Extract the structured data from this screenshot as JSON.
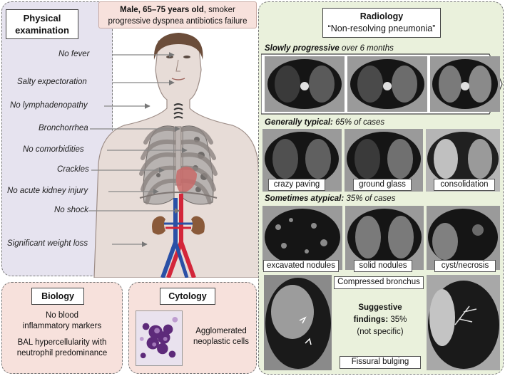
{
  "physical_exam": {
    "title_line1": "Physical",
    "title_line2": "examination",
    "signs": [
      "No fever",
      "Salty expectoration",
      "No lymphadenopathy",
      "Bronchorrhea",
      "No comorbidities",
      "Crackles",
      "No acute kidney injury",
      "No shock",
      "Significant weight loss"
    ]
  },
  "patient": {
    "line1_bold": "Male, 65–75 years old",
    "line1_rest": ", smoker",
    "line2": "progressive dyspnea antibiotics failure"
  },
  "biology": {
    "title": "Biology",
    "text1_line1": "No blood",
    "text1_line2": "inflammatory markers",
    "text2_line1": "BAL hypercellularity with",
    "text2_line2": "neutrophil predominance"
  },
  "cytology": {
    "title": "Cytology",
    "text_line1": "Agglomerated",
    "text_line2": "neoplastic cells"
  },
  "radiology": {
    "title": "Radiology",
    "subtitle": "“Non-resolving pneumonia”",
    "slow_bold": "Slowly progressive",
    "slow_rest": " over 6 months",
    "typical_bold": "Generally typical:",
    "typical_rest": " 65% of cases",
    "typical_labels": [
      "crazy paving",
      "ground glass",
      "consolidation"
    ],
    "atypical_bold": "Sometimes atypical:",
    "atypical_rest": " 35% of cases",
    "atypical_labels": [
      "excavated nodules",
      "solid nodules",
      "cyst/necrosis"
    ],
    "compressed": "Compressed bronchus",
    "suggestive_line1": "Suggestive",
    "suggestive_line2_bold": "findings:",
    "suggestive_line2_rest": " 35%",
    "suggestive_line3": "(not specific)",
    "fissural": "Fissural bulging"
  },
  "colors": {
    "physical_bg": "#e6e3ef",
    "patient_bg": "#f7e1dc",
    "biology_bg": "#f7e1dc",
    "radiology_bg": "#eaf1dc",
    "body_fill": "#e7dcd7",
    "vessel_red": "#d3263a",
    "vessel_blue": "#2a50a6",
    "kidney": "#8a5a3a"
  }
}
